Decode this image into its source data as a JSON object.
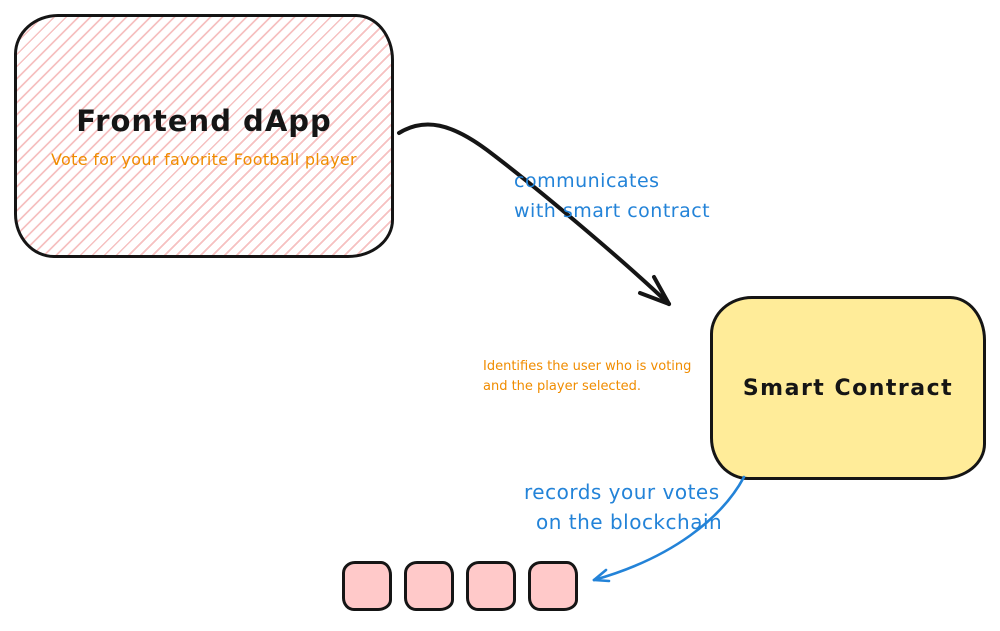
{
  "colors": {
    "ink": "#151515",
    "blue": "#2383d8",
    "orange": "#f08c00",
    "frontend_hatch": "#e03131",
    "smart_contract_fill": "#ffec99",
    "block_fill": "#ffc9c9"
  },
  "nodes": {
    "frontend": {
      "title": "Frontend dApp",
      "subtitle": "Vote for your favorite Football player"
    },
    "smart_contract": {
      "title": "Smart Contract"
    },
    "blockchain": {
      "block_count": 4
    }
  },
  "annotations": {
    "communicates": {
      "line1": "communicates",
      "line2": "with smart contract"
    },
    "identifies": {
      "line1": "Identifies the user who is voting",
      "line2": "and the player selected."
    },
    "records": {
      "line1": "records your votes",
      "line2": "on the blockchain"
    }
  }
}
